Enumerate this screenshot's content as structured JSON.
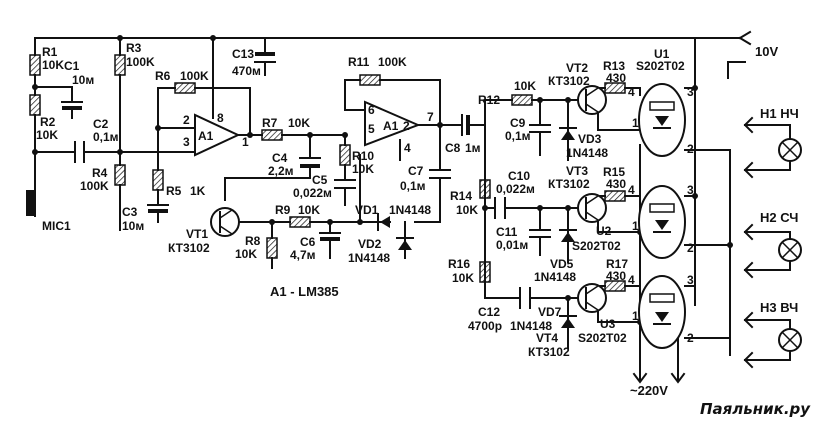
{
  "supply": {
    "voltage": "10V",
    "mains": "~220V"
  },
  "microphone": {
    "ref": "MIC1"
  },
  "amplifier_note": "A1 - LM385",
  "opamp_a": {
    "ref": "A1",
    "pins": {
      "inv": "2",
      "noninv": "3",
      "out": "1",
      "gain": "8"
    }
  },
  "opamp_b": {
    "ref": "A1",
    "pins": {
      "inv": "6",
      "noninv": "5",
      "out": "7",
      "gnd": "4",
      "inv2": "2"
    }
  },
  "resistors": {
    "R1": {
      "ref": "R1",
      "value": "10K"
    },
    "R2": {
      "ref": "R2",
      "value": "10K"
    },
    "R3": {
      "ref": "R3",
      "value": "100K"
    },
    "R4": {
      "ref": "R4",
      "value": "100K"
    },
    "R5": {
      "ref": "R5",
      "value": "1K"
    },
    "R6": {
      "ref": "R6",
      "value": "100K"
    },
    "R7": {
      "ref": "R7",
      "value": "10K"
    },
    "R8": {
      "ref": "R8",
      "value": "10K"
    },
    "R9": {
      "ref": "R9",
      "value": "10K"
    },
    "R10": {
      "ref": "R10",
      "value": "10K"
    },
    "R11": {
      "ref": "R11",
      "value": "100K"
    },
    "R12": {
      "ref": "R12",
      "value": "10K"
    },
    "R13": {
      "ref": "R13",
      "value": "430"
    },
    "R14": {
      "ref": "R14",
      "value": "10K"
    },
    "R15": {
      "ref": "R15",
      "value": "430"
    },
    "R16": {
      "ref": "R16",
      "value": "10K"
    },
    "R17": {
      "ref": "R17",
      "value": "430"
    }
  },
  "capacitors": {
    "C1": {
      "ref": "C1",
      "value": "10м"
    },
    "C2": {
      "ref": "C2",
      "value": "0,1м"
    },
    "C3": {
      "ref": "C3",
      "value": "10м"
    },
    "C4": {
      "ref": "C4",
      "value": "2,2м"
    },
    "C5": {
      "ref": "C5",
      "value": "0,022м"
    },
    "C6": {
      "ref": "C6",
      "value": "4,7м"
    },
    "C7": {
      "ref": "C7",
      "value": "0,1м"
    },
    "C8": {
      "ref": "C8",
      "value": "1м"
    },
    "C9": {
      "ref": "C9",
      "value": "0,1м"
    },
    "C10": {
      "ref": "C10",
      "value": "0,022м"
    },
    "C11": {
      "ref": "C11",
      "value": "0,01м"
    },
    "C12": {
      "ref": "C12",
      "value": "4700p"
    },
    "C13": {
      "ref": "C13",
      "value": "470м"
    }
  },
  "transistors": {
    "VT1": {
      "ref": "VT1",
      "type": "КТ3102"
    },
    "VT2": {
      "ref": "VT2",
      "type": "КТ3102"
    },
    "VT3": {
      "ref": "VT3",
      "type": "КТ3102"
    },
    "VT4": {
      "ref": "VT4",
      "type": "КТ3102"
    }
  },
  "diodes": {
    "VD1": {
      "ref": "VD1",
      "type": "1N4148"
    },
    "VD2": {
      "ref": "VD2",
      "type": "1N4148"
    },
    "VD3": {
      "ref": "VD3",
      "type": "1N4148"
    },
    "VD5": {
      "ref": "VD5",
      "type": "1N4148"
    },
    "VD7": {
      "ref": "VD7",
      "type": "1N4148"
    }
  },
  "optocouplers": {
    "U1": {
      "ref": "U1",
      "type": "S202T02"
    },
    "U2": {
      "ref": "U2",
      "type": "S202T02"
    },
    "U3": {
      "ref": "U3",
      "type": "S202T02"
    },
    "pins": {
      "p1": "1",
      "p2": "2",
      "p3": "3",
      "p4": "4"
    }
  },
  "lamps": {
    "H1": {
      "label": "Н1 НЧ"
    },
    "H2": {
      "label": "Н2 СЧ"
    },
    "H3": {
      "label": "Н3 ВЧ"
    }
  },
  "watermark": "Паяльник.ру"
}
